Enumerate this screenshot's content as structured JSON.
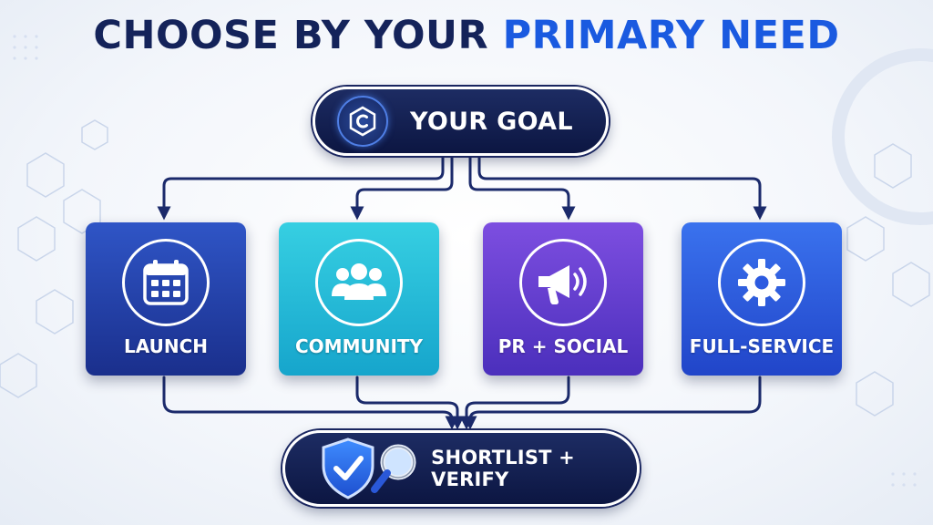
{
  "title": {
    "part1": "CHOOSE BY YOUR",
    "part2": "PRIMARY NEED"
  },
  "goal": {
    "label": "YOUR GOAL",
    "icon": "cube-c-logo-icon"
  },
  "options": [
    {
      "label": "LAUNCH",
      "icon": "calendar-icon",
      "color": "#2f55c6"
    },
    {
      "label": "COMMUNITY",
      "icon": "people-icon",
      "color": "#16a5cc"
    },
    {
      "label": "PR + SOCIAL",
      "icon": "megaphone-icon",
      "color": "#5f3ccf"
    },
    {
      "label": "FULL-SERVICE",
      "icon": "gear-icon",
      "color": "#2c5ae0"
    }
  ],
  "final": {
    "label": "SHORTLIST + VERIFY",
    "icons": [
      "shield-check-icon",
      "magnifier-icon"
    ]
  },
  "colors": {
    "title_dark": "#14235a",
    "title_accent": "#1a5ae0",
    "connector": "#1b2a6b"
  }
}
